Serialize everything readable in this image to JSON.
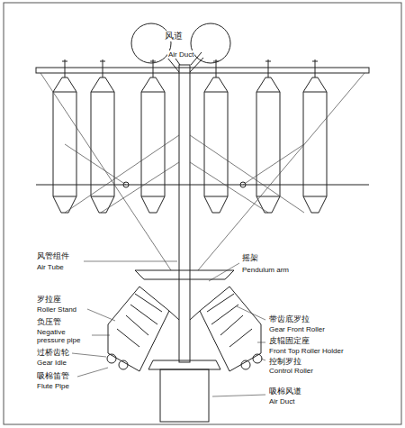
{
  "diagram": {
    "labels": [
      "风道",
      "Air Duct",
      "风管组件",
      "Air Tube",
      "摇架",
      "Pendulum arm",
      "罗拉座",
      "Roller Stand",
      "负压管",
      "Negative pressure pipe",
      "过桥齿轮",
      "Gear Idle",
      "吸棉笛管",
      "Flute Pipe",
      "带齿底罗拉",
      "Gear Front Roller",
      "皮辊固定座",
      "Front Top Roller Holder",
      "控制罗拉",
      "Control Roller",
      "吸棉风道",
      "Air Duct"
    ]
  }
}
